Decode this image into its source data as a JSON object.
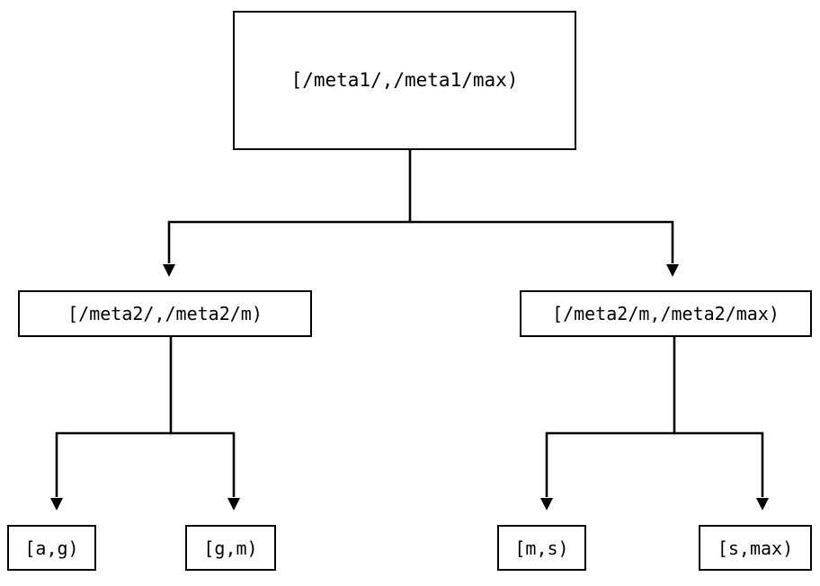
{
  "diagram": {
    "type": "tree",
    "title": "",
    "background_color": "#ffffff",
    "line_color": "#000000",
    "text_color": "#000000",
    "nodes": {
      "root": {
        "label": "[/meta1/,/meta1/max)"
      },
      "mid_left": {
        "label": "[/meta2/,/meta2/m)"
      },
      "mid_right": {
        "label": "[/meta2/m,/meta2/max)"
      },
      "leaf_1": {
        "label": "[a,g)"
      },
      "leaf_2": {
        "label": "[g,m)"
      },
      "leaf_3": {
        "label": "[m,s)"
      },
      "leaf_4": {
        "label": "[s,max)"
      }
    },
    "edges": [
      {
        "from": "root",
        "to": "mid_left",
        "arrowhead": "solid-triangle-down"
      },
      {
        "from": "root",
        "to": "mid_right",
        "arrowhead": "solid-triangle-down"
      },
      {
        "from": "mid_left",
        "to": "leaf_1",
        "arrowhead": "solid-triangle-down"
      },
      {
        "from": "mid_left",
        "to": "leaf_2",
        "arrowhead": "solid-triangle-down"
      },
      {
        "from": "mid_right",
        "to": "leaf_3",
        "arrowhead": "solid-triangle-down"
      },
      {
        "from": "mid_right",
        "to": "leaf_4",
        "arrowhead": "solid-triangle-down"
      }
    ]
  }
}
